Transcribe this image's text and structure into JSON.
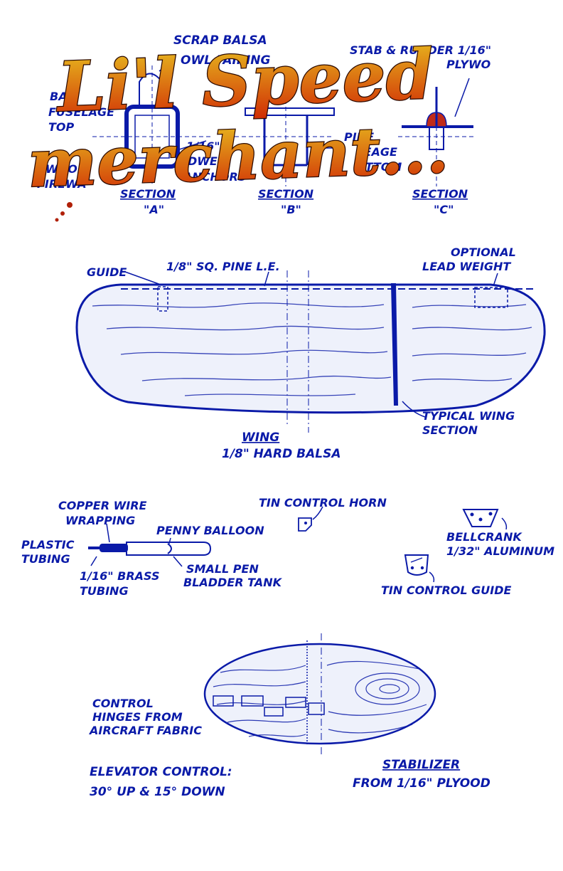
{
  "title": {
    "line1": "Li'l Speed",
    "line2": "merchant..."
  },
  "colors": {
    "ink": "#0a1aa8",
    "title_top": "#e8c020",
    "title_bottom": "#d02a05",
    "title_outline": "#2a0800"
  },
  "sections": {
    "a": {
      "title": "SECTION",
      "letter": "\"A\"",
      "labels": {
        "scrap_l1": "SCRAP BALSA",
        "scrap_l2": "OWL FAIRING",
        "fus_l1": "BAL",
        "fus_l2": "FUSELAGE",
        "fus_l3": "TOP",
        "dowel_l1": "1/16\"",
        "dowel_l2": "DWEL",
        "dowel_l3": "ANCHORS",
        "fw_l1": "WOOD",
        "fw_l2": "FIREWA"
      }
    },
    "b": {
      "title": "SECTION",
      "letter": "\"B\"",
      "labels": {
        "pine_l1": "PINE",
        "pine_l2": "SEAGE",
        "pine_l3": "OTTOM"
      }
    },
    "c": {
      "title": "SECTION",
      "letter": "\"C\"",
      "labels": {
        "stab_l1": "STAB & RUDDER 1/16\"",
        "stab_l2": "PLYWO"
      }
    }
  },
  "wing": {
    "guide": "GUIDE",
    "le": "1/8\" SQ. PINE L.E.",
    "weight_l1": "OPTIONAL",
    "weight_l2": "LEAD WEIGHT",
    "section_l1": "TYPICAL WING",
    "section_l2": "SECTION",
    "title": "WING",
    "material": "1/8\" HARD BALSA"
  },
  "parts": {
    "copper_l1": "COPPER WIRE",
    "copper_l2": "WRAPPING",
    "plastic_l1": "PLASTIC",
    "plastic_l2": "TUBING",
    "balloon": "PENNY BALLOON",
    "brass_l1": "1/16\" BRASS",
    "brass_l2": "TUBING",
    "pen_l1": "SMALL PEN",
    "pen_l2": "BLADDER TANK",
    "horn": "TIN CONTROL HORN",
    "bellcrank_l1": "BELLCRANK",
    "bellcrank_l2": "1/32\" ALUMINUM",
    "guide": "TIN CONTROL GUIDE"
  },
  "stabilizer": {
    "hinges_l1": "CONTROL",
    "hinges_l2": "HINGES FROM",
    "hinges_l3": "AIRCRAFT FABRIC",
    "elev_l1": "ELEVATOR CONTROL:",
    "elev_l2": "30° UP & 15° DOWN",
    "title": "STABILIZER",
    "material": "FROM 1/16\" PLYOOD"
  }
}
